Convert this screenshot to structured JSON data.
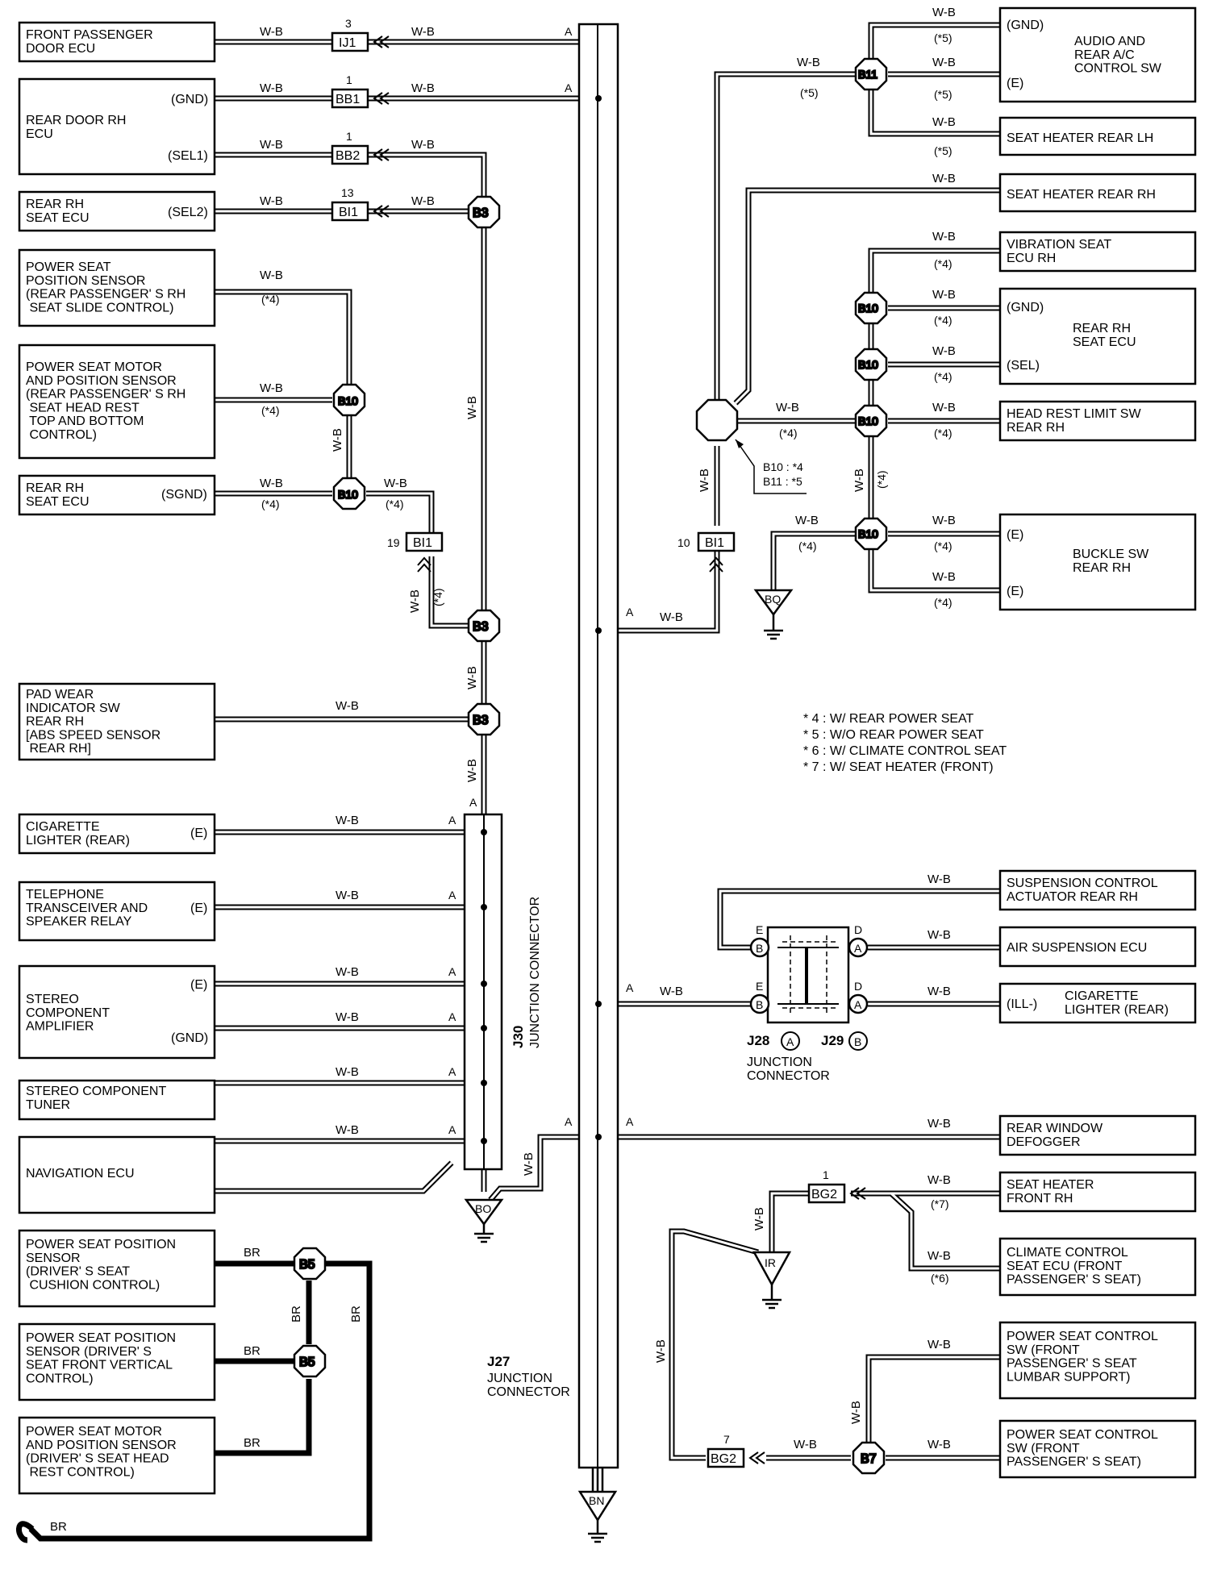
{
  "colors": {
    "line": "#000000",
    "background": "#ffffff"
  },
  "components": {
    "front_passenger_door_ecu": "FRONT PASSENGER\nDOOR ECU",
    "rear_door_rh_ecu": "REAR DOOR RH\nECU",
    "rear_rh_seat_ecu_sel2": "REAR RH\nSEAT ECU",
    "ps_position_sensor_rear": "POWER SEAT\nPOSITION SENSOR\n(REAR PASSENGER' S RH\n SEAT SLIDE CONTROL)",
    "ps_motor_rear_headrest": "POWER SEAT MOTOR\nAND POSITION SENSOR\n(REAR PASSENGER' S RH\n SEAT HEAD REST\n TOP AND BOTTOM\n CONTROL)",
    "rear_rh_seat_ecu_sgnd": "REAR RH\nSEAT ECU",
    "pad_wear_indicator": "PAD WEAR\nINDICATOR SW\nREAR RH\n[ABS SPEED SENSOR\n REAR RH]",
    "cigarette_lighter_rear_left": "CIGARETTE\nLIGHTER (REAR)",
    "telephone_transceiver": "TELEPHONE\nTRANSCEIVER AND\nSPEAKER RELAY",
    "stereo_amp": "STEREO\nCOMPONENT\nAMPLIFIER",
    "stereo_tuner": "STEREO COMPONENT\nTUNER",
    "navigation_ecu": "NAVIGATION ECU",
    "ps_position_driver_cushion": "POWER SEAT POSITION\nSENSOR\n(DRIVER' S SEAT\n CUSHION CONTROL)",
    "ps_position_driver_vertical": "POWER SEAT POSITION\nSENSOR (DRIVER' S\nSEAT FRONT VERTICAL\nCONTROL)",
    "ps_motor_driver_headrest": "POWER SEAT MOTOR\nAND POSITION SENSOR\n(DRIVER' S SEAT HEAD\n REST CONTROL)",
    "audio_rear_ac_sw": "AUDIO AND\nREAR A/C\nCONTROL SW",
    "seat_heater_rear_lh": "SEAT HEATER REAR LH",
    "seat_heater_rear_rh": "SEAT HEATER REAR RH",
    "vibration_seat_ecu": "VIBRATION SEAT\nECU RH",
    "rear_rh_seat_ecu_right": "REAR RH\nSEAT ECU",
    "head_rest_limit_sw": "HEAD REST LIMIT SW\nREAR RH",
    "buckle_sw_rear_rh": "BUCKLE SW\nREAR RH",
    "suspension_actuator": "SUSPENSION CONTROL\nACTUATOR REAR RH",
    "air_suspension_ecu": "AIR SUSPENSION ECU",
    "cigarette_lighter_rear_right": "CIGARETTE\nLIGHTER (REAR)",
    "rear_window_defogger": "REAR WINDOW\nDEFOGGER",
    "seat_heater_front_rh": "SEAT HEATER\nFRONT RH",
    "climate_control_seat_ecu": "CLIMATE CONTROL\nSEAT ECU (FRONT\nPASSENGER' S SEAT)",
    "ps_control_sw_lumbar": "POWER SEAT CONTROL\nSW (FRONT\nPASSENGER' S SEAT\nLUMBAR SUPPORT)",
    "ps_control_sw_front_passenger": "POWER SEAT CONTROL\nSW (FRONT\nPASSENGER' S SEAT)"
  },
  "pins": {
    "gnd": "(GND)",
    "sel1": "(SEL1)",
    "sel2": "(SEL2)",
    "sgnd": "(SGND)",
    "e": "(E)",
    "sel": "(SEL)",
    "ill": "(ILL-)"
  },
  "connectors": {
    "ij1": "IJ1",
    "bb1": "BB1",
    "bb2": "BB2",
    "bi1": "BI1",
    "bg2": "BG2",
    "b3": "B3",
    "b10": "B10",
    "b11": "B11",
    "b5": "B5",
    "b7": "B7",
    "bo": "BO",
    "bq": "BQ",
    "ir": "IR",
    "bn": "BN"
  },
  "pin_numbers": {
    "n3": "3",
    "n1": "1",
    "n13": "13",
    "n19": "19",
    "n10": "10",
    "n7": "7"
  },
  "wires": {
    "wb": "W-B",
    "br": "BR"
  },
  "terminals": {
    "a": "A",
    "b": "B",
    "d": "D",
    "e": "E"
  },
  "marks": {
    "s4": "(*4)",
    "s5": "(*5)",
    "s6": "(*6)",
    "s7": "(*7)"
  },
  "junctions": {
    "j27": "J27",
    "j27_label": "JUNCTION\nCONNECTOR",
    "j30": "J30",
    "j30_label": "JUNCTION CONNECTOR",
    "j28": "J28",
    "j29": "J29",
    "j28_j29_label": "JUNCTION\nCONNECTOR"
  },
  "callout": {
    "b10": "B10 : *4",
    "b11": "B11 : *5"
  },
  "legend": [
    "* 4 : W/ REAR POWER SEAT",
    "* 5 : W/O REAR POWER SEAT",
    "* 6 : W/ CLIMATE CONTROL SEAT",
    "* 7 : W/ SEAT HEATER (FRONT)"
  ]
}
